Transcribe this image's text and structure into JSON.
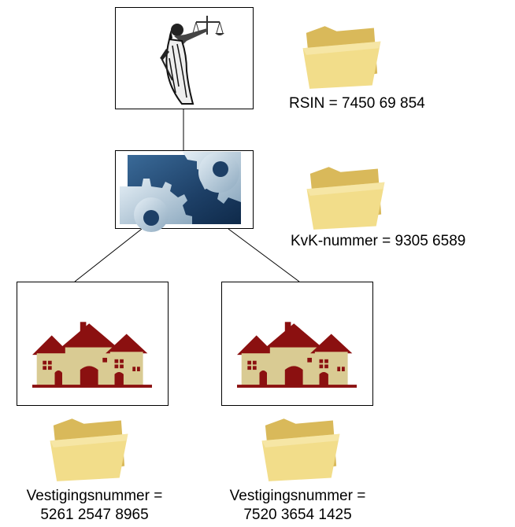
{
  "nodes": {
    "justice": {
      "label": "RSIN = 7450 69 854",
      "icon": "justitia-scales-icon"
    },
    "company": {
      "label": "KvK-nummer = 9305 6589",
      "icon": "gears-icon"
    },
    "branch_1": {
      "label_line1": "Vestigingsnummer =",
      "label_line2": "5261 2547 8965",
      "icon": "houses-icon"
    },
    "branch_2": {
      "label_line1": "Vestigingsnummer =",
      "label_line2": "7520 3654 1425",
      "icon": "houses-icon"
    }
  },
  "colors": {
    "folder": "#f2dd8a",
    "folder_dark": "#d9b95a",
    "house_wall": "#d9cb93",
    "house_roof": "#8b1010",
    "gear_bg": "#2a4f7a",
    "gear_metal": "#c9dbe8"
  }
}
